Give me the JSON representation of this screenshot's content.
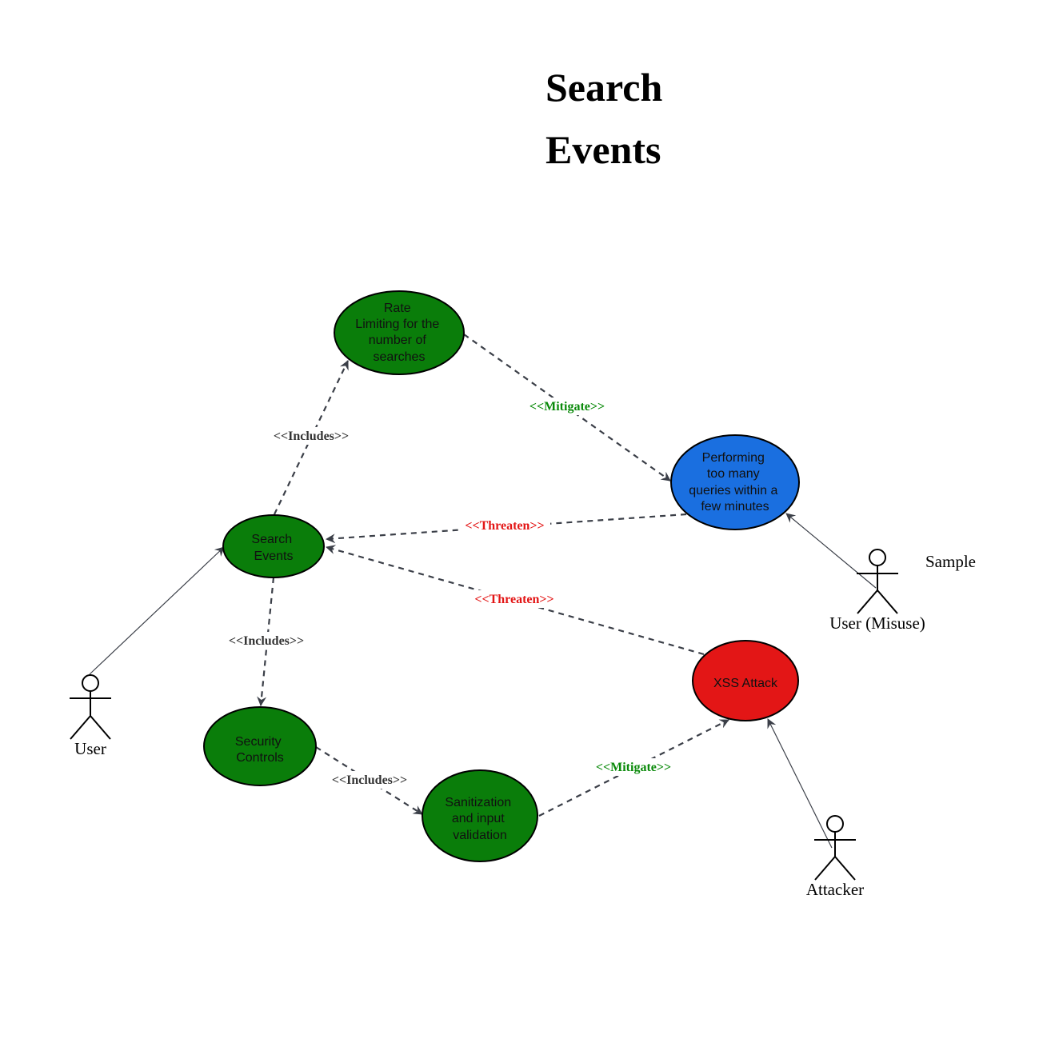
{
  "title": {
    "line1": "Search",
    "line2": "Events"
  },
  "note": "Sample",
  "colors": {
    "green": "#0a7d0a",
    "blue": "#1a6fe0",
    "red": "#e31616",
    "edge": "#3b3f48",
    "mitigate_label": "#0a8a0a",
    "threaten_label": "#e31616",
    "includes_label": "#333333"
  },
  "use_cases": {
    "rate_limiting": [
      "Rate",
      "Limiting for the",
      "number of",
      "searches"
    ],
    "search_events": [
      "Search",
      "Events"
    ],
    "security_controls": [
      "Security",
      "Controls"
    ],
    "sanitization": [
      "Sanitization",
      "and input",
      "validation"
    ],
    "performing": [
      "Performing",
      "too many",
      "queries within a",
      "few minutes"
    ],
    "xss": [
      "XSS Attack"
    ]
  },
  "actors": {
    "user": "User",
    "misuse": "User (Misuse)",
    "attacker": "Attacker"
  },
  "relations": {
    "includes_rate": "<<Includes>>",
    "includes_security": "<<Includes>>",
    "includes_sanitization": "<<Includes>>",
    "mitigate_performing": "<<Mitigate>>",
    "mitigate_xss": "<<Mitigate>>",
    "threaten_performing": "<<Threaten>>",
    "threaten_xss": "<<Threaten>>"
  }
}
